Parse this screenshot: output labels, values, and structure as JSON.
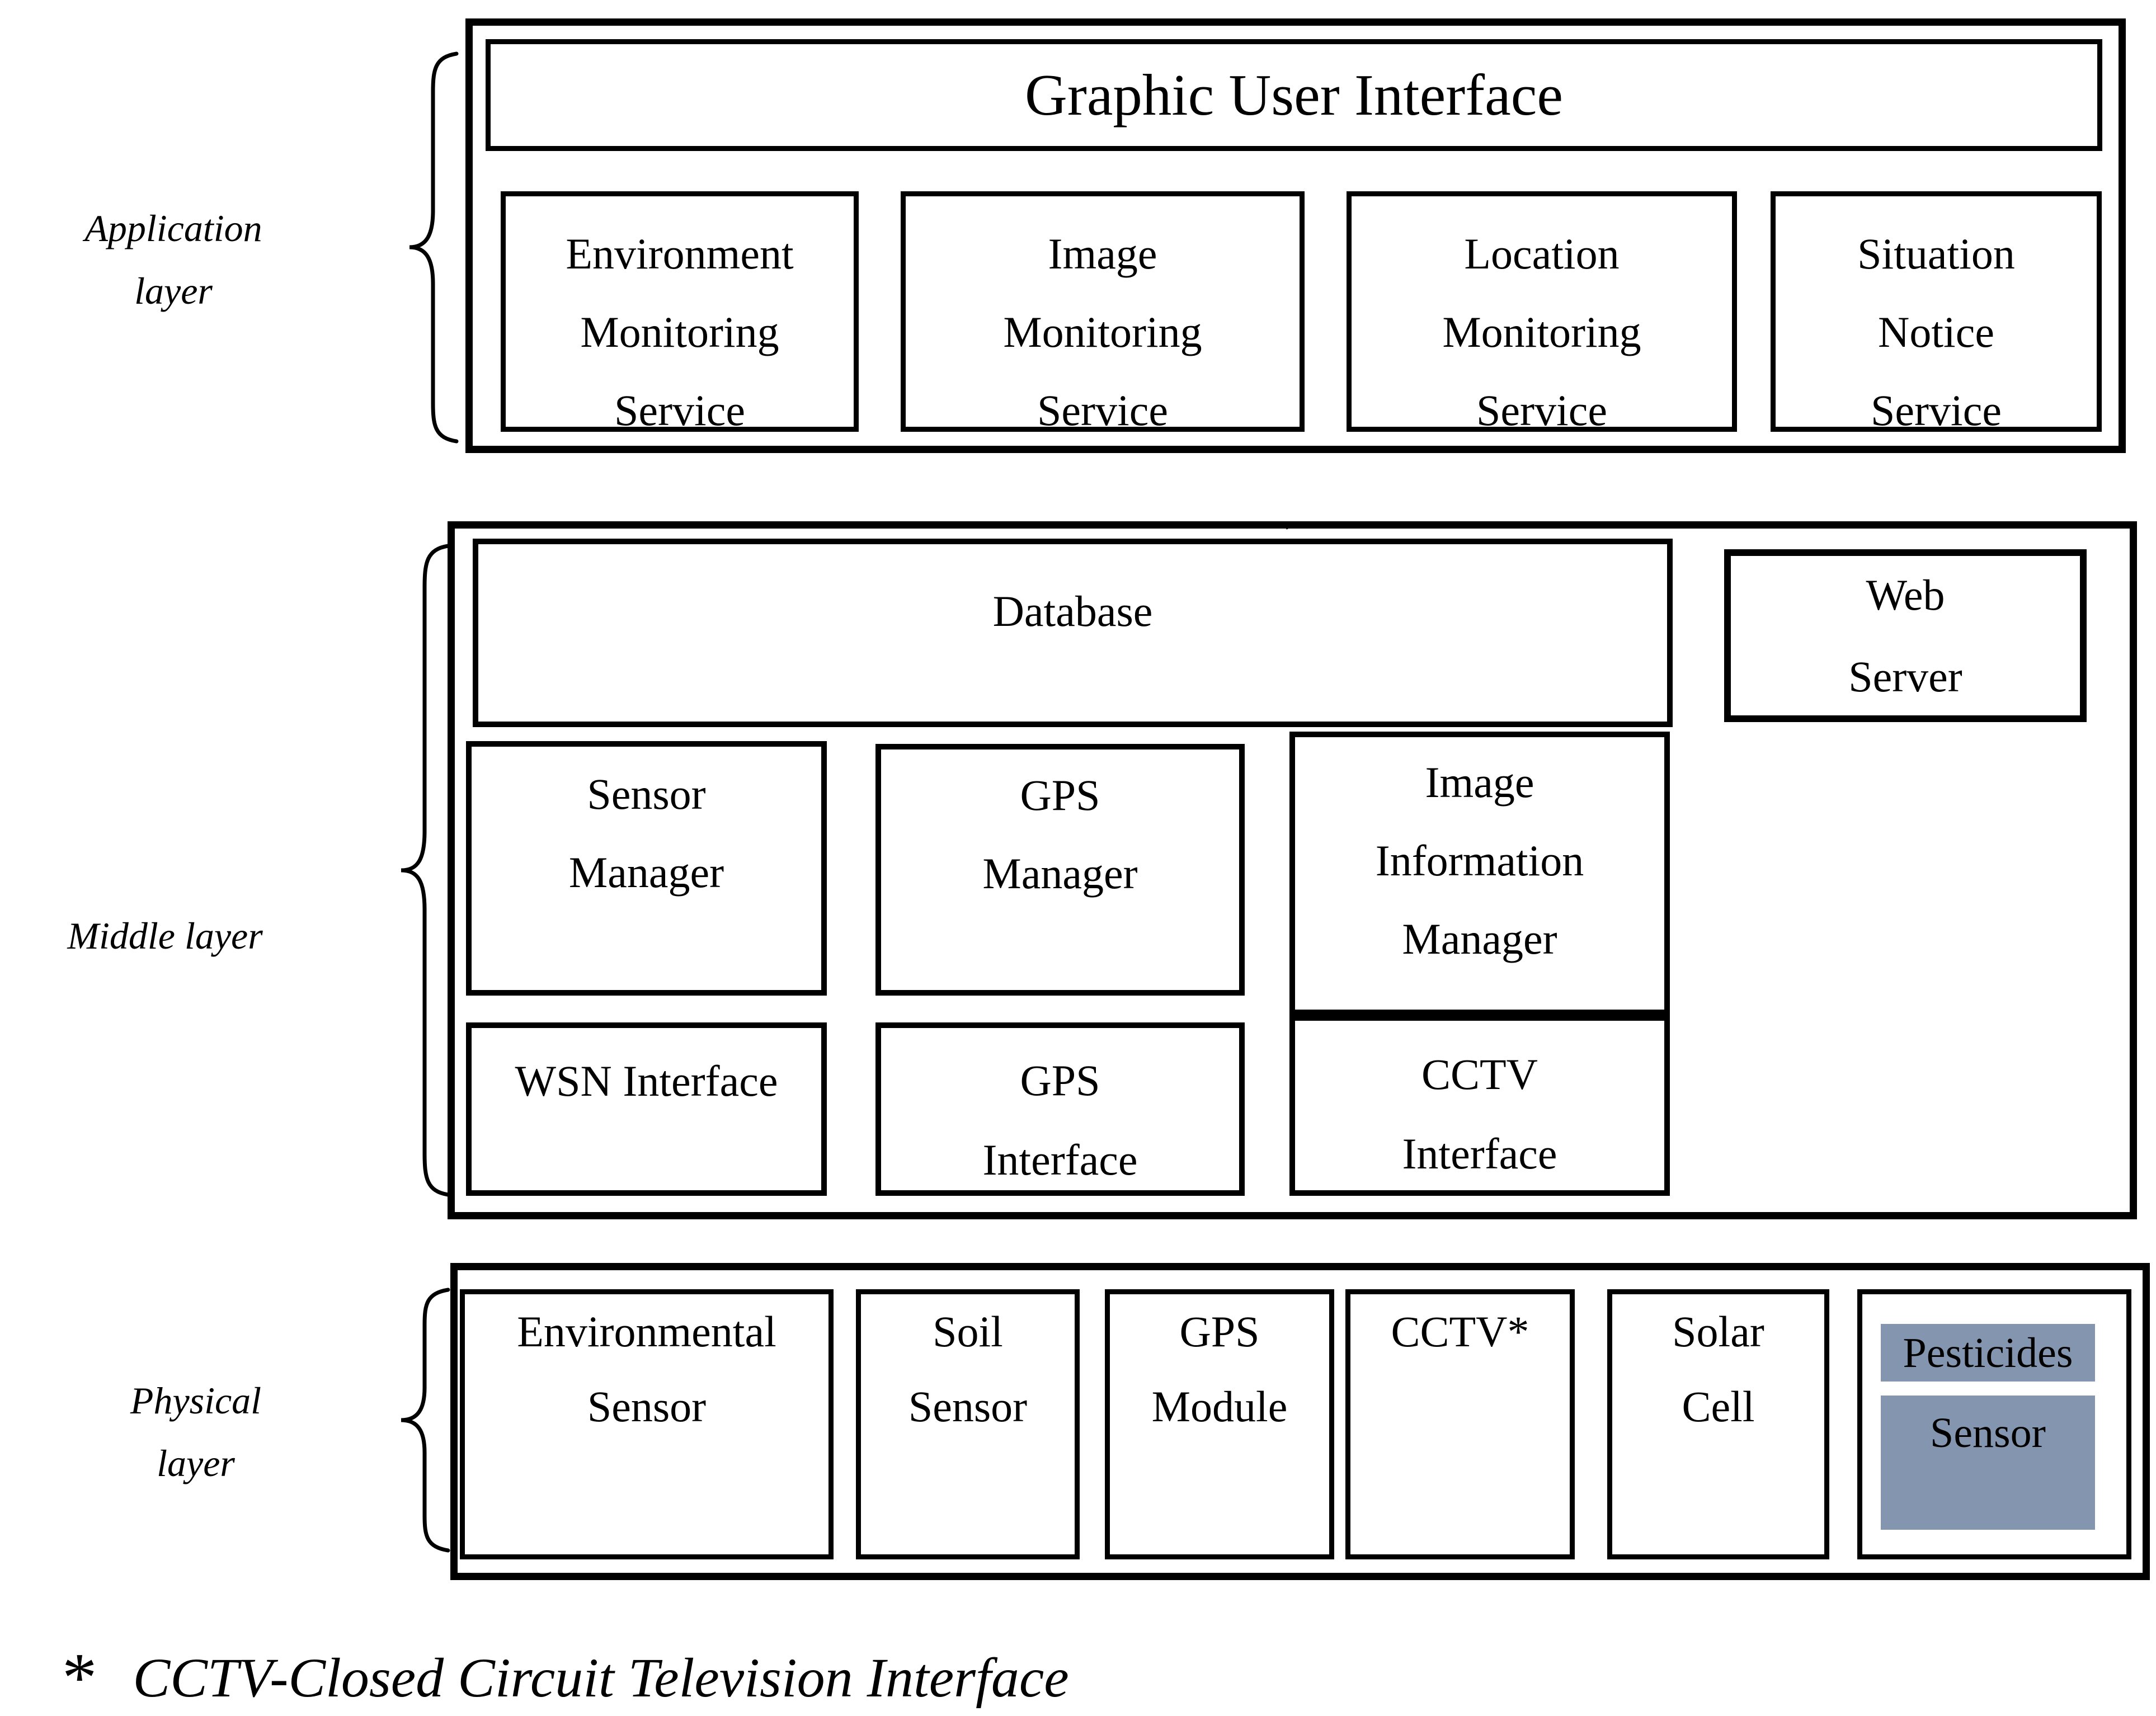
{
  "colors": {
    "line": "#000000",
    "background": "#ffffff",
    "highlight_fill": "#8495AF"
  },
  "layers": {
    "application": {
      "label_lines": [
        "Application",
        "layer"
      ],
      "gui_title": "Graphic User Interface",
      "services": [
        {
          "lines": [
            "Environment",
            "Monitoring",
            "Service"
          ]
        },
        {
          "lines": [
            "Image",
            "Monitoring",
            "Service"
          ]
        },
        {
          "lines": [
            "Location",
            "Monitoring",
            "Service"
          ]
        },
        {
          "lines": [
            "Situation",
            "Notice",
            "Service"
          ]
        }
      ]
    },
    "middle": {
      "label": "Middle layer",
      "database": "Database",
      "web_server_lines": [
        "Web",
        "Server"
      ],
      "sensor_manager_lines": [
        "Sensor",
        "Manager"
      ],
      "gps_manager_lines": [
        "GPS",
        "Manager"
      ],
      "image_info_manager_lines": [
        "Image",
        "Information",
        "Manager"
      ],
      "wsn_interface": "WSN Interface",
      "gps_interface_lines": [
        "GPS",
        "Interface"
      ],
      "cctv_interface_lines": [
        "CCTV",
        "Interface"
      ]
    },
    "physical": {
      "label_lines": [
        "Physical",
        "layer"
      ],
      "devices": [
        {
          "lines": [
            "Environmental",
            "Sensor"
          ]
        },
        {
          "lines": [
            "Soil",
            "Sensor"
          ]
        },
        {
          "lines": [
            "GPS",
            "Module"
          ]
        },
        {
          "lines": [
            "CCTV*"
          ]
        },
        {
          "lines": [
            "Solar",
            "Cell"
          ]
        },
        {
          "lines": [
            "Pesticides",
            "Sensor"
          ],
          "highlighted": true
        }
      ]
    }
  },
  "footnote": {
    "marker": "*",
    "text": "CCTV-Closed Circuit Television Interface"
  }
}
